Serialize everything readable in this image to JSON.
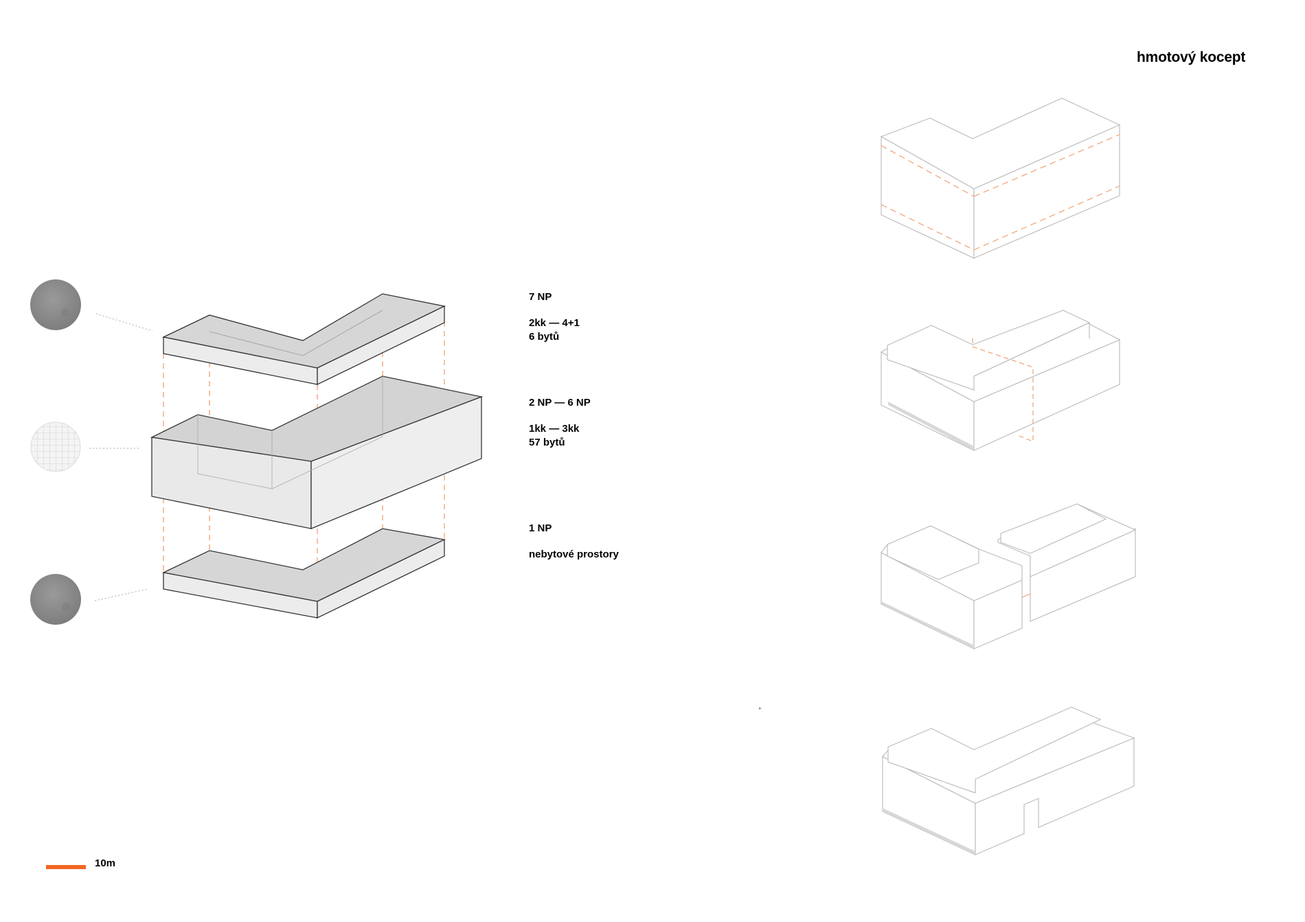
{
  "title": "hmotový kocept",
  "floors": [
    {
      "name": "7 NP",
      "units": "2kk — 4+1",
      "count": "6 bytů"
    },
    {
      "name": "2 NP — 6 NP",
      "units": "1kk — 3kk",
      "count": "57 bytů"
    },
    {
      "name": "1 NP",
      "units": "nebytové prostory",
      "count": ""
    }
  ],
  "scale": {
    "label": "10m"
  },
  "colors": {
    "accent": "#f26722",
    "dashed": "#f0a070",
    "slab_fill": "#d6d6d6",
    "body_fill": "#ececec",
    "stroke": "#333333",
    "light_stroke": "#bdbdbd",
    "texture_dark": "#8c8c8c"
  },
  "materials": [
    "concrete-texture",
    "grid-glass-texture",
    "concrete-texture"
  ]
}
